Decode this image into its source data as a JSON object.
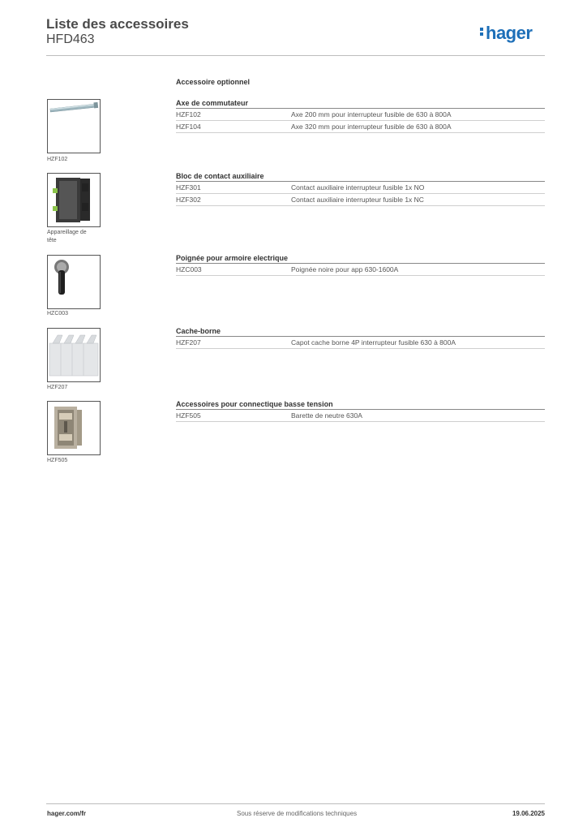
{
  "header": {
    "title": "Liste des accessoires",
    "subtitle": "HFD463",
    "logo": "hager",
    "logo_color": "#1d6fb8"
  },
  "section_title": "Accessoire optionnel",
  "groups": [
    {
      "title": "Axe de commutateur",
      "image_caption": "HZF102",
      "image_icon": "switch-shaft-icon",
      "rows": [
        {
          "code": "HZF102",
          "desc": "Axe 200 mm pour interrupteur fusible de 630 à 800A"
        },
        {
          "code": "HZF104",
          "desc": "Axe 320 mm pour interrupteur fusible de 630 à 800A"
        }
      ]
    },
    {
      "title": "Bloc de contact auxiliaire",
      "image_caption": "Appareillage de tête",
      "image_icon": "auxiliary-contact-icon",
      "rows": [
        {
          "code": "HZF301",
          "desc": "Contact auxiliaire interrupteur fusible 1x NO"
        },
        {
          "code": "HZF302",
          "desc": "Contact auxiliaire interrupteur fusible 1x NC"
        }
      ]
    },
    {
      "title": "Poignée pour armoire electrique",
      "image_caption": "HZC003",
      "image_icon": "handle-icon",
      "rows": [
        {
          "code": "HZC003",
          "desc": "Poignée noire pour app 630-1600A"
        }
      ]
    },
    {
      "title": "Cache-borne",
      "image_caption": "HZF207",
      "image_icon": "terminal-cover-icon",
      "rows": [
        {
          "code": "HZF207",
          "desc": "Capot cache borne 4P interrupteur fusible 630 à 800A"
        }
      ]
    },
    {
      "title": "Accessoires pour connectique basse tension",
      "image_caption": "HZF505",
      "image_icon": "neutral-bar-icon",
      "rows": [
        {
          "code": "HZF505",
          "desc": "Barette de neutre 630A"
        }
      ]
    }
  ],
  "footer": {
    "website": "hager.com/fr",
    "note": "Sous réserve de modifications techniques",
    "date": "19.06.2025"
  }
}
